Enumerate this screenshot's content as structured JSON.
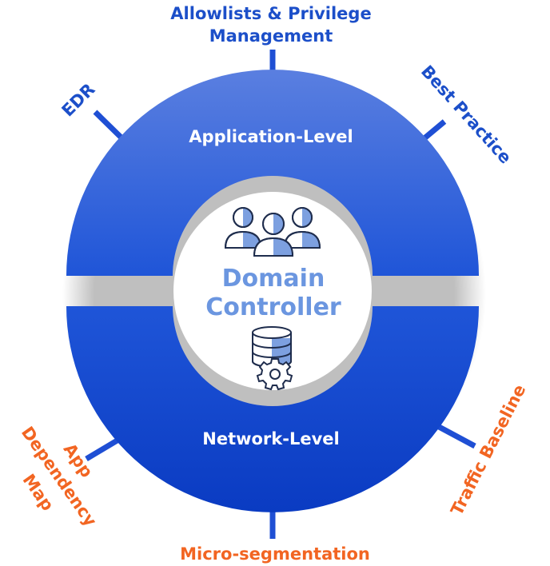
{
  "center": {
    "title_line1": "Domain",
    "title_line2": "Controller",
    "users_icon": "users-group-icon",
    "database_icon": "database-gear-icon"
  },
  "ring": {
    "top_label": "Application-Level",
    "bottom_label": "Network-Level"
  },
  "top_spokes": {
    "allowlists_line1": "Allowlists & Privilege",
    "allowlists_line2": "Management",
    "edr": "EDR",
    "best_practice": "Best Practice"
  },
  "bottom_spokes": {
    "app_dep_line1": "App",
    "app_dep_line2": "Dependency",
    "app_dep_line3": "Map",
    "micro_segmentation": "Micro-segmentation",
    "traffic_baseline": "Traffic Baseline"
  },
  "colors": {
    "ring_top_light": "#5b7fe0",
    "ring_dark": "#1f4fd4",
    "ring_bottom_dark": "#0f3cc4",
    "spoke_blue": "#1f4fd4",
    "label_blue": "#1c4fc9",
    "label_orange": "#f26522",
    "center_text": "#6b96e0",
    "icon_fill": "#7da0e0"
  }
}
